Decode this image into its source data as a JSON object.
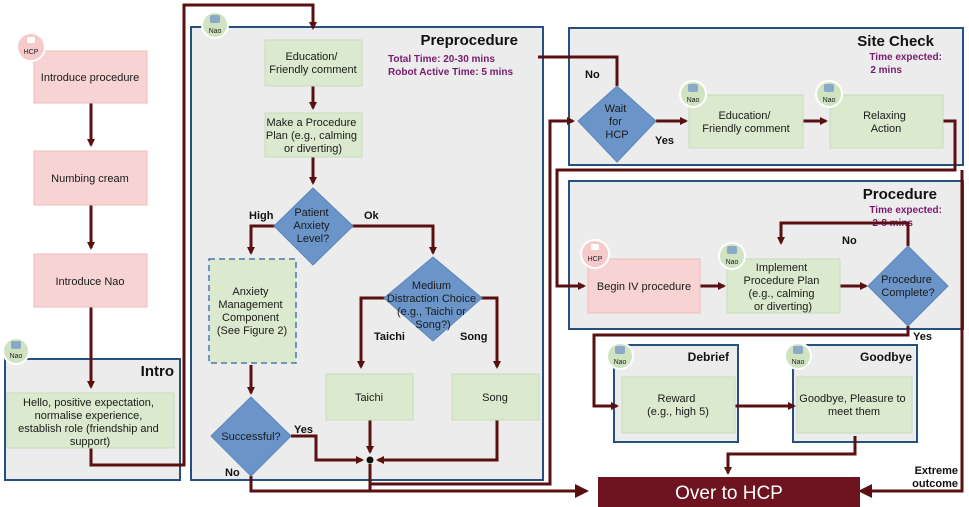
{
  "sections": {
    "intro": "Intro",
    "preprocedure": "Preprocedure",
    "site_check": "Site Check",
    "procedure": "Procedure",
    "debrief": "Debrief",
    "goodbye": "Goodbye"
  },
  "times": {
    "pre_total": "Total Time: 20-30 mins",
    "pre_robot": "Robot Active Time: 5 mins",
    "site_check_1": "Time expected:",
    "site_check_2": "2 mins",
    "procedure_1": "Time expected:",
    "procedure_2": "2-8 mins"
  },
  "badges": {
    "hcp": "HCP",
    "nao": "Nao"
  },
  "nodes": {
    "introduce_procedure": "Introduce procedure",
    "numbing_cream": "Numbing cream",
    "introduce_nao": "Introduce Nao",
    "intro_box": [
      "Hello, positive expectation,",
      "normalise experience,",
      "establish role (friendship and",
      "support)"
    ],
    "education_pre": [
      "Education/",
      "Friendly comment"
    ],
    "plan": [
      "Make a Procedure",
      "Plan (e.g., calming",
      "or diverting)"
    ],
    "anxiety_level": [
      "Patient",
      "Anxiety",
      "Level?"
    ],
    "anxiety_component": [
      "Anxiety",
      "Management",
      "Component",
      "(See Figure 2)"
    ],
    "distraction": [
      "Medium",
      "Distraction Choice",
      "(e.g., Taichi or",
      "Song?)"
    ],
    "taichi": "Taichi",
    "song": "Song",
    "successful": "Successful?",
    "wait_hcp": [
      "Wait",
      "for",
      "HCP"
    ],
    "education_site": [
      "Education/",
      "Friendly comment"
    ],
    "relaxing": [
      "Relaxing",
      "Action"
    ],
    "begin_iv": "Begin IV procedure",
    "implement": [
      "Implement",
      "Procedure Plan",
      "(e.g., calming",
      "or diverting)"
    ],
    "complete": [
      "Procedure",
      "Complete?"
    ],
    "reward": [
      "Reward",
      "(e.g., high 5)"
    ],
    "goodbye_box": [
      "Goodbye, Pleasure to",
      "meet them"
    ],
    "over_to_hcp": "Over to HCP"
  },
  "edge_labels": {
    "high": "High",
    "ok": "Ok",
    "taichi": "Taichi",
    "song": "Song",
    "yes_success": "Yes",
    "no_success": "No",
    "no_wait": "No",
    "yes_wait": "Yes",
    "no_complete": "No",
    "yes_complete": "Yes",
    "extreme_1": "Extreme",
    "extreme_2": "outcome"
  },
  "colors": {
    "flow": "#5a1010",
    "task": "#dbe9cf",
    "hcp_task": "#f8d3d4",
    "decision": "#6b95c9",
    "panel": "#ececec",
    "panel_border": "#25507f",
    "time_text": "#7a1b6e",
    "final": "#6e1420"
  }
}
